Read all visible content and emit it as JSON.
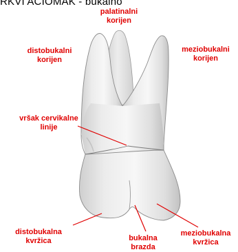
{
  "heading": "RKVI ACIOMAK - bukalno",
  "label_color": "#e00000",
  "labels": {
    "palatinal_root": [
      "palatinalni",
      "korijen"
    ],
    "distobuccal_root": [
      "distobukalni",
      "korijen"
    ],
    "mesiobuccal_root": [
      "meziobukalni",
      "korijen"
    ],
    "cervical_line_tip": [
      "vršak cervikalne",
      "linije"
    ],
    "distobuccal_cusp": [
      "distobukalna",
      "kvržica"
    ],
    "buccal_groove": [
      "bukalna",
      "brazda"
    ],
    "mesiobuccal_cusp": [
      "meziobukalna",
      "kvržica"
    ]
  }
}
